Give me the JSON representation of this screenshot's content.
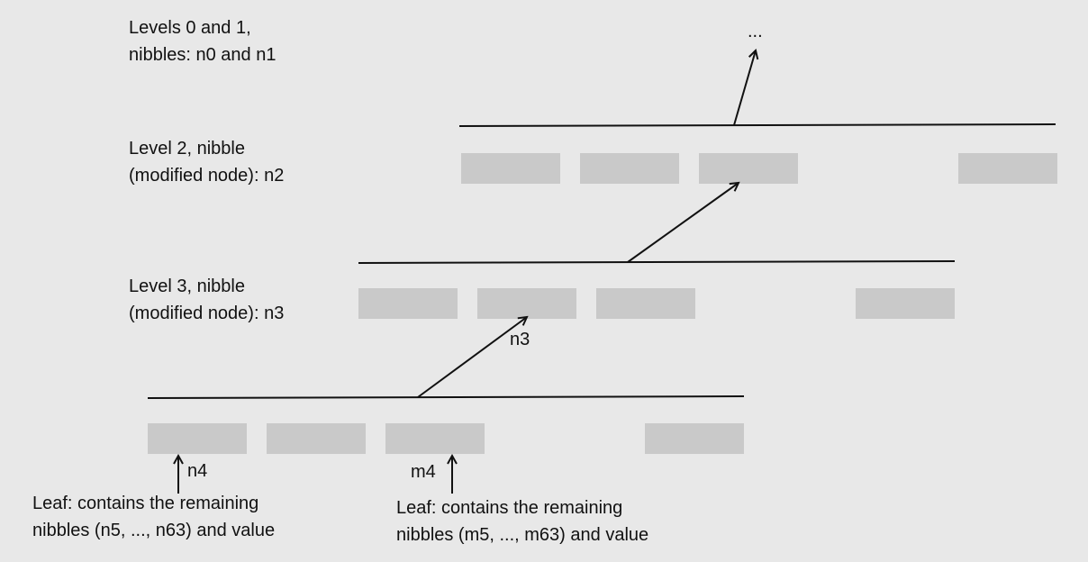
{
  "levels": {
    "level01": {
      "line1": "Levels 0 and 1,",
      "line2": "nibbles: n0 and n1"
    },
    "level2": {
      "line1": "Level 2, nibble",
      "line2": "(modified node): n2"
    },
    "level3": {
      "line1": "Level 3, nibble",
      "line2": "(modified node): n3"
    }
  },
  "ellipsis": "...",
  "edge_labels": {
    "n3": "n3",
    "n4": "n4",
    "m4": "m4"
  },
  "leaves": {
    "left": {
      "line1": "Leaf: contains the remaining",
      "line2": "nibbles (n5, ..., n63) and value"
    },
    "right": {
      "line1": "Leaf: contains the remaining",
      "line2": "nibbles (m5, ..., m63) and value"
    }
  },
  "colors": {
    "background": "#e8e8e8",
    "slot": "#c9c9c9",
    "ink": "#111111"
  }
}
